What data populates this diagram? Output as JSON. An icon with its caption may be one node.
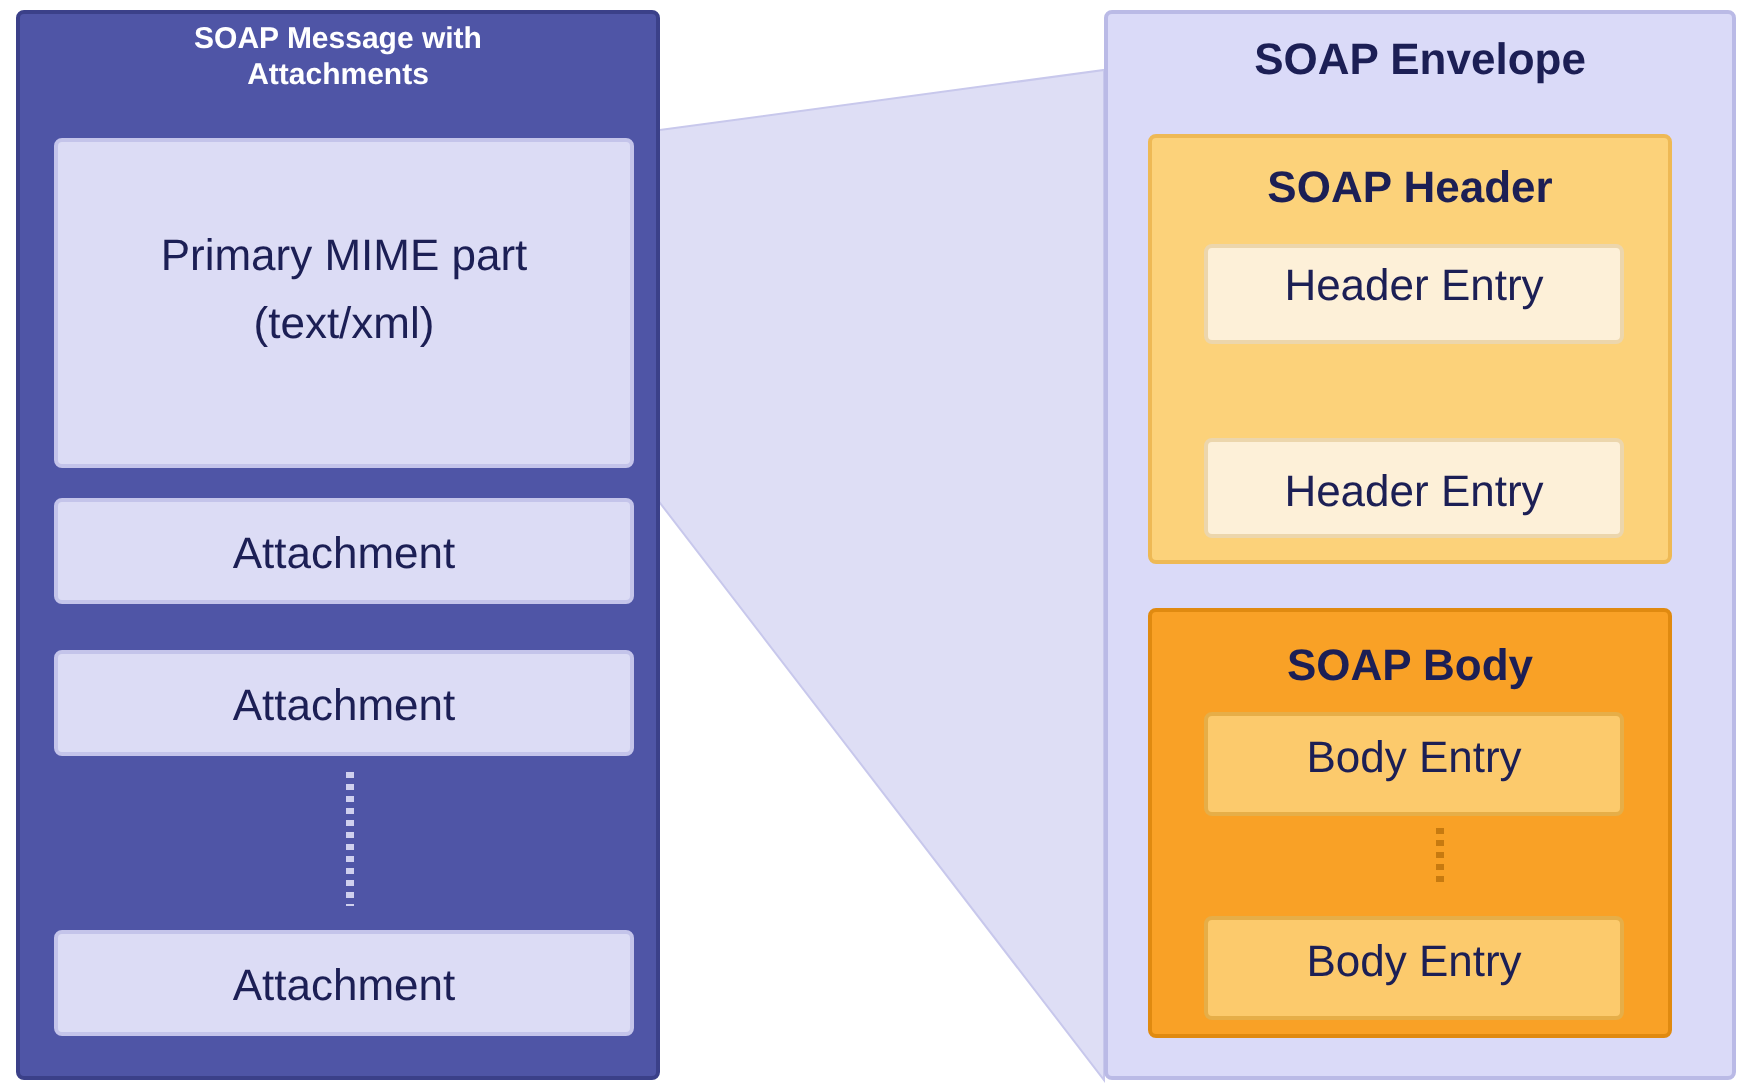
{
  "diagram": {
    "nodes": [
      {
        "text": [
          "SOAP Message with Attachments"
        ]
      },
      {
        "text": [
          "Primary MIME part (text/xml)"
        ],
        "in": 0
      },
      {
        "text": [
          "Attachment"
        ],
        "in": 0
      },
      {
        "text": [
          "Attachment"
        ],
        "in": 0
      },
      {
        "text": [
          "Attachment"
        ],
        "in": 0
      },
      {
        "text": [
          "SOAP Envelope"
        ]
      },
      {
        "text": [
          "SOAP Header"
        ],
        "in": 5
      },
      {
        "text": [
          "Header Entry"
        ],
        "in": 6
      },
      {
        "text": [
          "Header Entry"
        ],
        "in": 6
      },
      {
        "text": [
          "SOAP Body"
        ],
        "in": 5
      },
      {
        "text": [
          "Body Entry"
        ],
        "in": 9
      },
      {
        "text": [
          "Body Entry"
        ],
        "in": 9
      }
    ],
    "edges": [
      {
        "from": 1,
        "to": 5,
        "arrow": "none"
      }
    ]
  }
}
